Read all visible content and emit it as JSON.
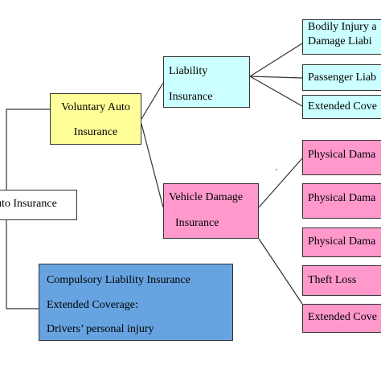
{
  "colors": {
    "root_fill": "#ffffff",
    "voluntary_fill": "#ffff99",
    "liability_fill": "#ccffff",
    "vehicle_fill": "#ff99cc",
    "compulsory_fill": "#66a3e0",
    "line": "#333333"
  },
  "root": {
    "label": "uto Insurance"
  },
  "voluntary": {
    "line1": "Voluntary Auto",
    "line2": "Insurance"
  },
  "liability": {
    "line1": "Liability",
    "line2": "Insurance",
    "children": [
      {
        "line1": "Bodily Injury a",
        "line2": "Damage Liabi"
      },
      {
        "label": "Passenger Liab"
      },
      {
        "label": "Extended Cove"
      }
    ]
  },
  "vehicle": {
    "line1": "Vehicle Damage",
    "line2": "Insurance",
    "children": [
      {
        "label": "Physical Dama"
      },
      {
        "label": "Physical Dama"
      },
      {
        "label": "Physical Dama"
      },
      {
        "label": "Theft Loss"
      },
      {
        "label": "Extended Cove"
      }
    ]
  },
  "compulsory": {
    "line1": "Compulsory Liability Insurance",
    "line2": "Extended Coverage:",
    "line3": "Drivers’ personal injury"
  }
}
